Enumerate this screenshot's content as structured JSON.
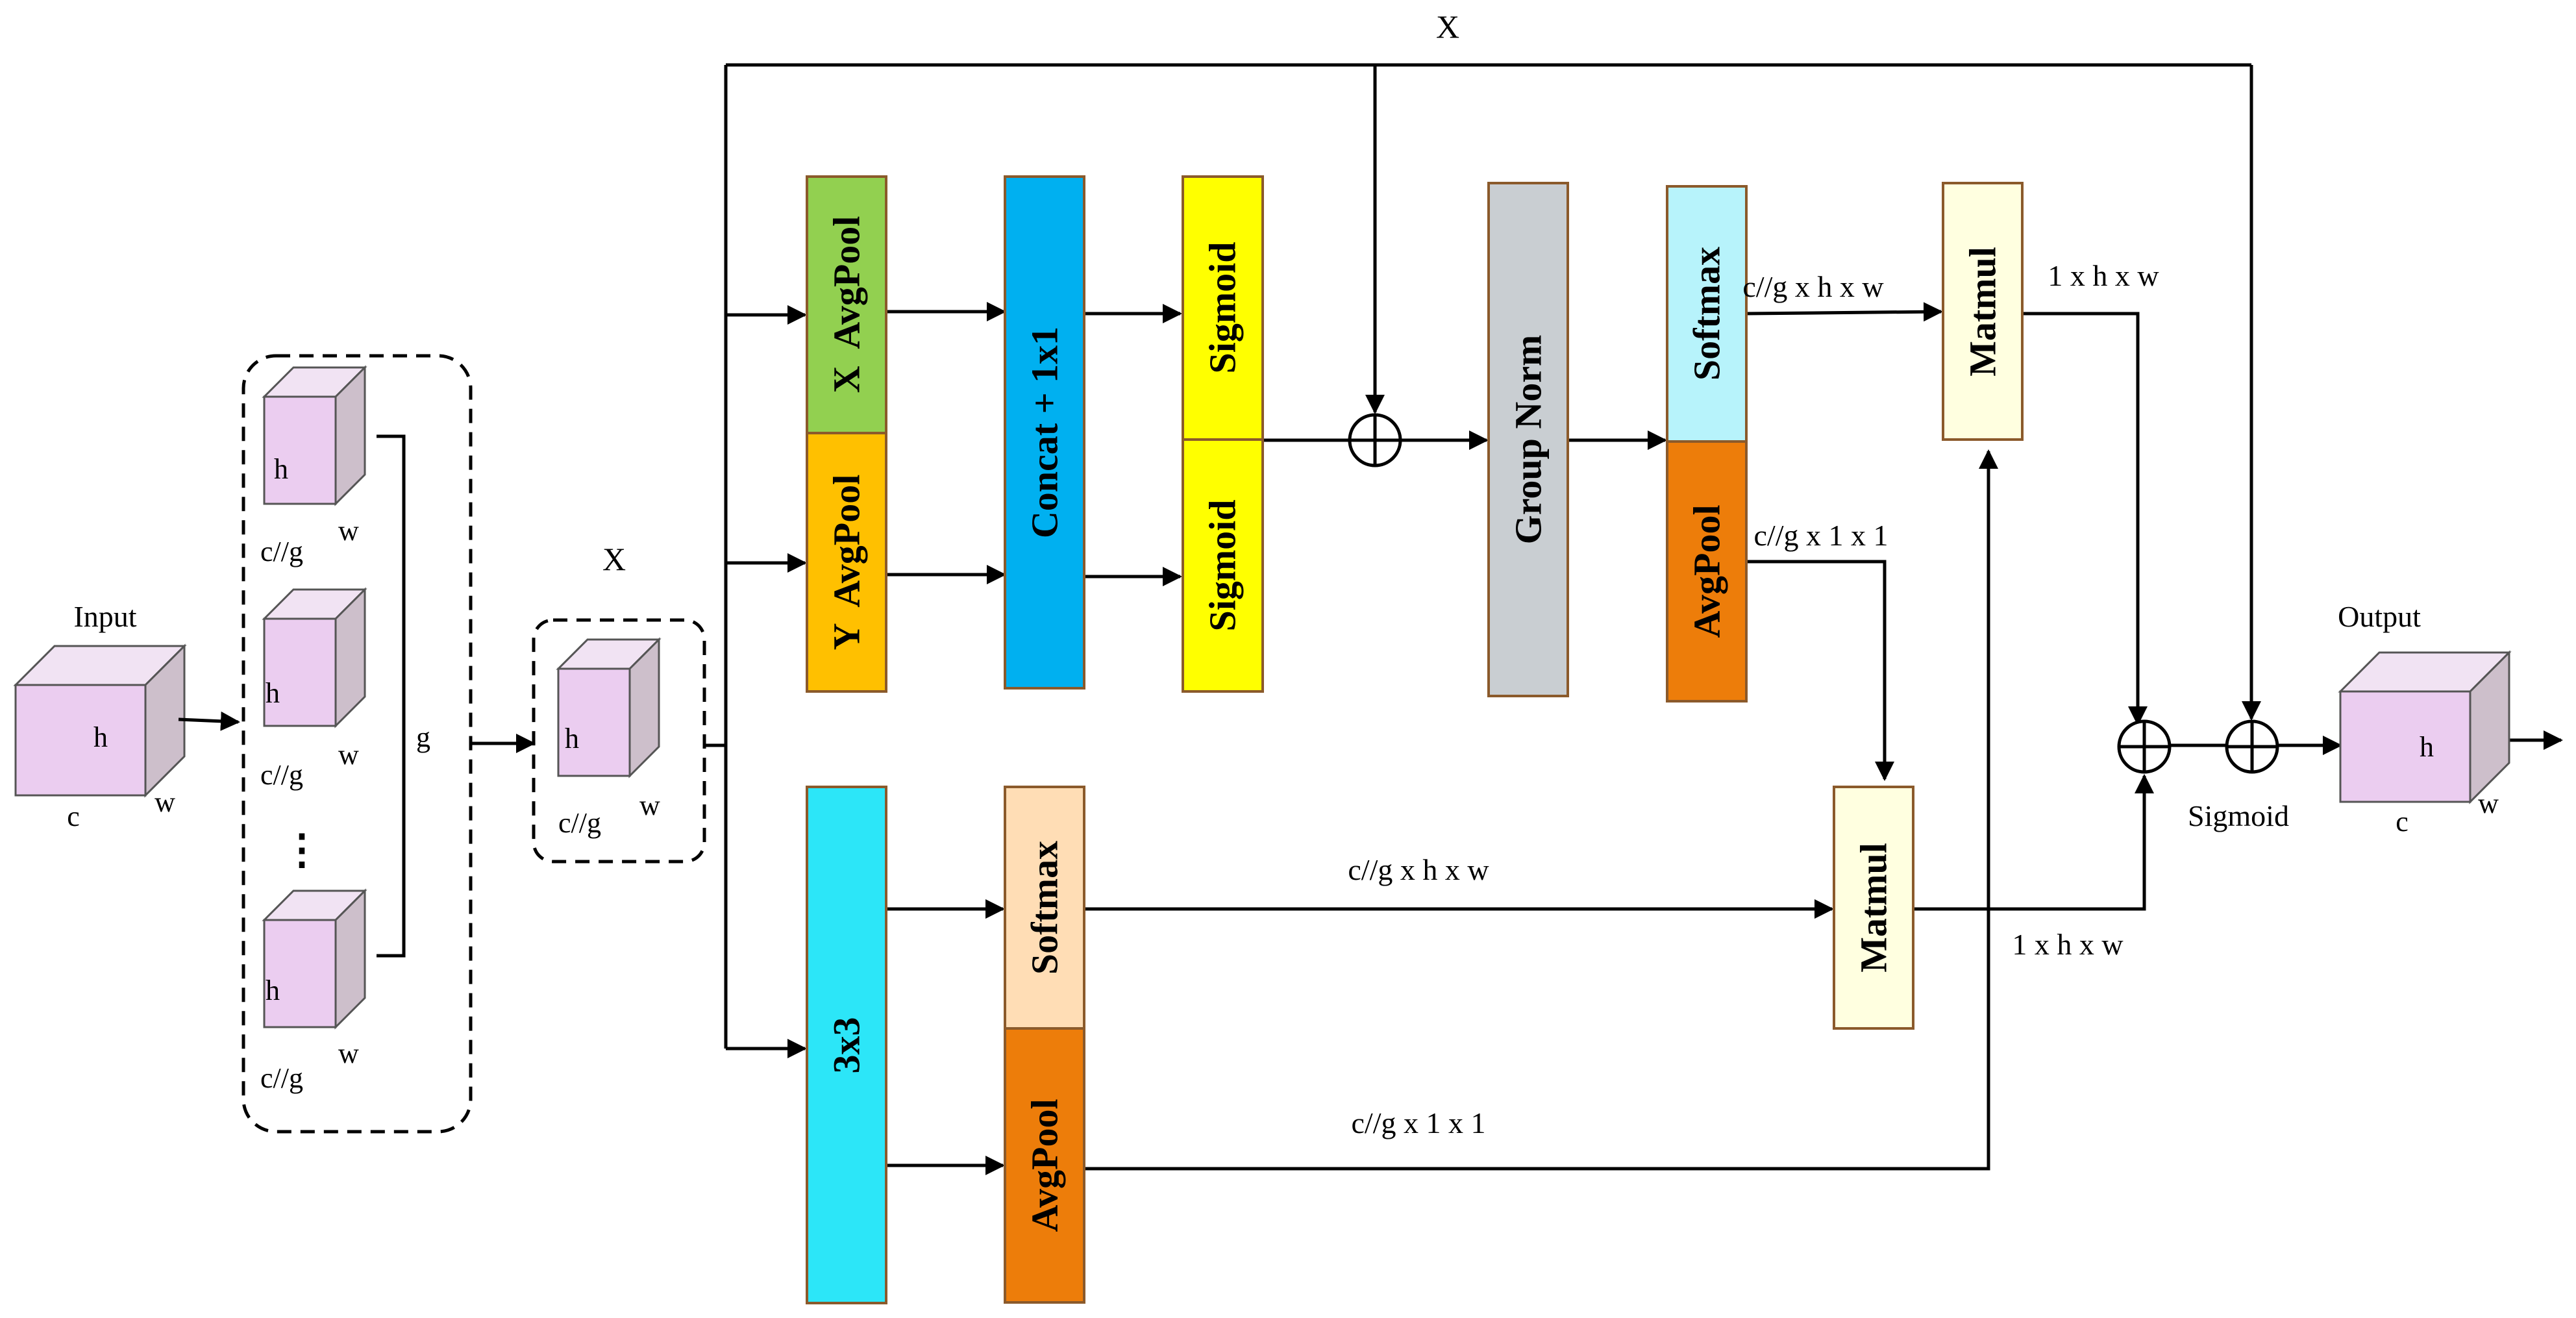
{
  "input": {
    "title": "Input",
    "h": "h",
    "w": "w",
    "c": "c"
  },
  "group_split": {
    "cube_h": "h",
    "cube_w": "w",
    "cube_c": "c//g",
    "ellipsis": "⋮",
    "brace_label": "g"
  },
  "x_group": {
    "title": "X",
    "h": "h",
    "w": "w",
    "c": "c//g"
  },
  "top_x_label": "X",
  "blocks": {
    "x_avgpool": "X  AvgPool",
    "y_avgpool": "Y  AvgPool",
    "concat": "Concat + 1x1",
    "sigmoid_top": "Sigmoid",
    "sigmoid_bottom": "Sigmoid",
    "group_norm": "Group Norm",
    "softmax_top": "Softmax",
    "avgpool_top": "AvgPool",
    "matmul_top": "Matmul",
    "conv3x3": "3x3",
    "softmax_bottom": "Softmax",
    "avgpool_bottom": "AvgPool",
    "matmul_bottom": "Matmul"
  },
  "edges": {
    "softmax_top_to_matmul": "c//g x h x w",
    "avgpool_top_to_matmul": "c//g x 1 x 1",
    "matmul_top_out": "1 x h x w",
    "softmax_bottom_to_matmul": "c//g x h x w",
    "avgpool_bottom_to_matmul": "c//g x 1 x 1",
    "matmul_bottom_out": "1 x h x w",
    "sigmoid_label": "Sigmoid"
  },
  "output": {
    "title": "Output",
    "h": "h",
    "w": "w",
    "c": "c"
  },
  "colors": {
    "cube_face": "#EBCDF0",
    "cube_top": "#F1E3F3",
    "cube_side": "#CDBFCB",
    "x_avgpool": "#92D050",
    "y_avgpool": "#FFC000",
    "concat": "#00B0F0",
    "sigmoid": "#FFFF00",
    "group_norm": "#C9CED2",
    "softmax_top": "#B7F3FB",
    "avgpool": "#ED7D0A",
    "matmul": "#FFFFE0",
    "conv3x3": "#2CE6F8",
    "softmax_bottom": "#FFDDB5",
    "block_border": "#8B5A2B"
  }
}
